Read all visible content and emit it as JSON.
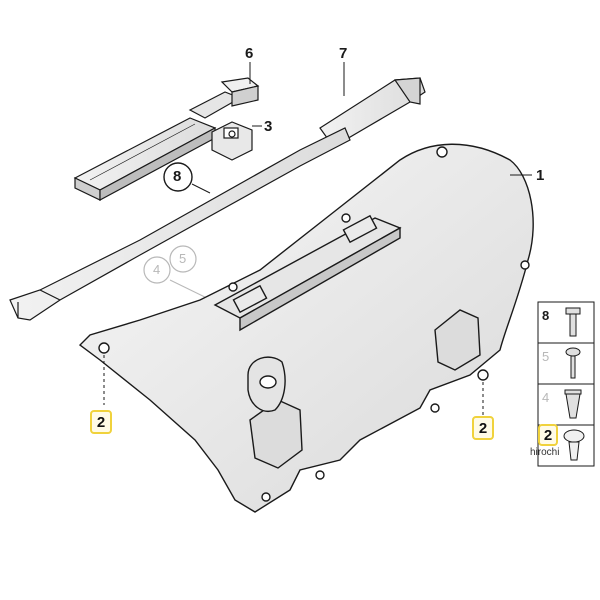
{
  "callouts": {
    "c1": "1",
    "c3": "3",
    "c6": "6",
    "c7": "7",
    "c8": "8",
    "c4": "4",
    "c5": "5",
    "c2_left": "2",
    "c2_right": "2"
  },
  "legend": {
    "rows": [
      {
        "num": "8",
        "faded": false
      },
      {
        "num": "5",
        "faded": true
      },
      {
        "num": "4",
        "faded": true
      },
      {
        "num": "2",
        "faded": false,
        "highlight": true
      }
    ]
  },
  "watermark": "hirochi",
  "colors": {
    "highlight": "#f0d23c",
    "line": "#1a1a1a",
    "faded": "#b8b8b8",
    "panel_fill": "#eeeeee"
  }
}
